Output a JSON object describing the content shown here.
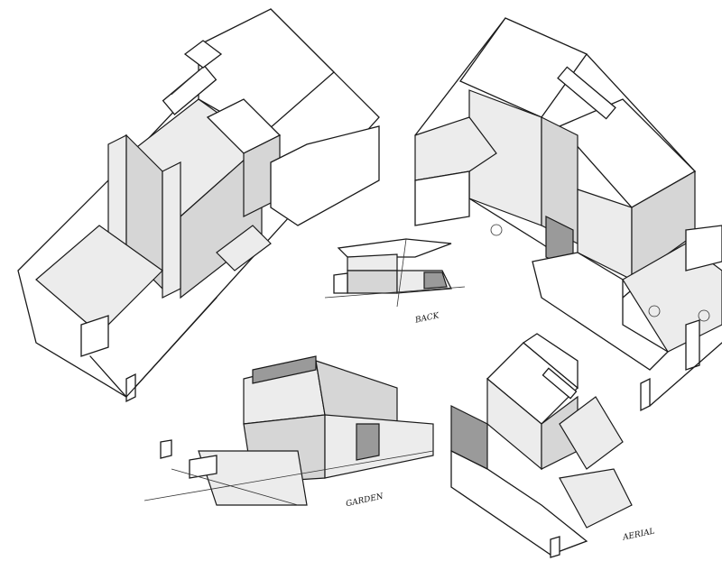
{
  "sketches": [
    {
      "name": "axonometric-front-left"
    },
    {
      "name": "axonometric-rear-right"
    },
    {
      "name": "perspective-back",
      "label": "BACK"
    },
    {
      "name": "perspective-garden",
      "label": "GARDEN"
    },
    {
      "name": "axonometric-small",
      "label": "AERIAL"
    }
  ],
  "colors": {
    "ink": "#1a1a1a",
    "paper": "#ffffff",
    "marker_light": "#ececec",
    "marker_mid": "#d6d6d6",
    "marker_dark": "#9a9a9a"
  }
}
